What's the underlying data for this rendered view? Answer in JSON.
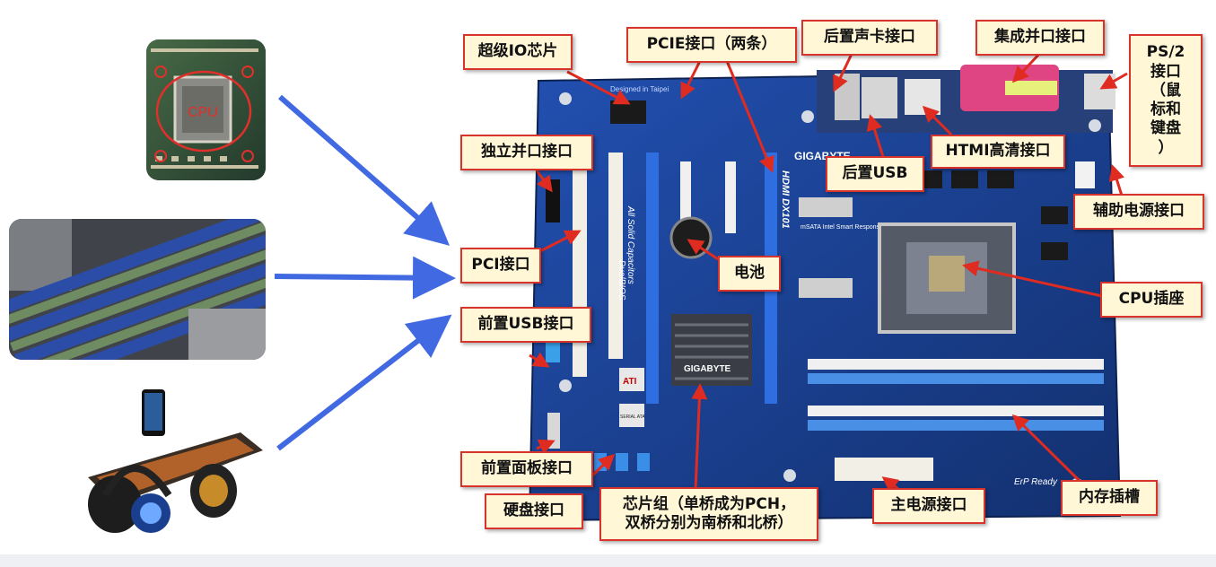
{
  "callouts": {
    "super_io": "超级IO芯片",
    "pcie": "PCIE接口（两条）",
    "rear_audio": "后置声卡接口",
    "parallel_integrated": "集成并口接口",
    "ps2": "PS/2\n接口\n（鼠\n标和\n键盘\n）",
    "standalone_parallel": "独立并口接口",
    "rear_usb": "后置USB",
    "hdmi": "HTMI高清接口",
    "aux_power": "辅助电源接口",
    "pci": "PCI接口",
    "battery": "电池",
    "cpu_socket": "CPU插座",
    "front_usb": "前置USB接口",
    "front_panel": "前置面板接口",
    "hdd": "硬盘接口",
    "chipset": "芯片组（单桥成为PCH，\n双桥分别为南桥和北桥）",
    "main_power": "主电源接口",
    "memory_slots": "内存插槽"
  },
  "board_text": {
    "designed": "Designed in Taipei",
    "brand": "GIGABYTE",
    "series": "All Solid Capacitors",
    "dualbios": "DualBIOS",
    "heatsink": "GIGABYTE",
    "model": "HDMI  DX101",
    "erp": "ErP Ready",
    "msata": "mSATA Intel Smart Response Technology",
    "ati": "ATI",
    "sata": "SERIAL ATA"
  },
  "thumbnail_text": {
    "cpu": "CPU"
  },
  "colors": {
    "board": "#1b3f8f",
    "callout_border": "#d9342b",
    "callout_fill": "#fff7d6",
    "arrow_blue": "#4169e1",
    "arrow_red": "#e02b20"
  }
}
